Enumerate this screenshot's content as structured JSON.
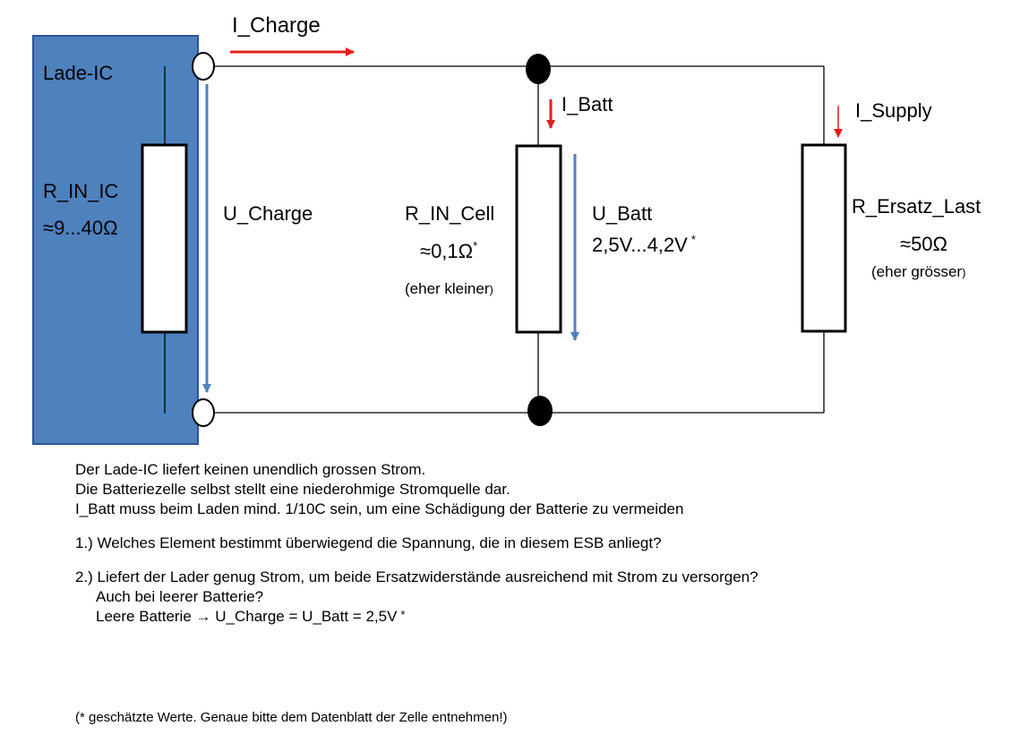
{
  "diagram": {
    "lade_ic": {
      "title": "Lade-IC",
      "resistor_label": "R_IN_IC",
      "resistor_value": "≈9...40Ω",
      "color": "#4f81bd",
      "border_color": "#2f5597"
    },
    "currents": {
      "i_charge": "I_Charge",
      "i_batt": "I_Batt",
      "i_supply": "I_Supply",
      "arrow_color": "#e0201c"
    },
    "voltages": {
      "u_charge": "U_Charge",
      "u_batt": "U_Batt",
      "u_batt_value": "2,5V...4,2V",
      "u_batt_mark": "*",
      "arrow_color": "#4f81bd"
    },
    "cell": {
      "label": "R_IN_Cell",
      "value": "≈0,1Ω",
      "value_mark": "*",
      "note": "(eher kleiner",
      "note_close": ")"
    },
    "load": {
      "label": "R_Ersatz_Last",
      "value": "≈50Ω",
      "note": "(eher grösser",
      "note_close": ")"
    }
  },
  "notes": {
    "line1": "Der Lade-IC liefert keinen unendlich grossen Strom.",
    "line2": "Die Batteriezelle selbst stellt eine niederohmige Stromquelle dar.",
    "line3": "I_Batt  muss beim Laden mind. 1/10C sein, um eine Schädigung der Batterie zu vermeiden",
    "q1": "1.) Welches Element bestimmt überwiegend die Spannung, die in diesem ESB anliegt?",
    "q2": "2.) Liefert der Lader genug Strom, um beide Ersatzwiderstände ausreichend mit Strom zu versorgen?",
    "q2_sub1": "Auch bei leerer Batterie?",
    "q2_sub2": "Leere Batterie → U_Charge = U_Batt = 2,5V",
    "q2_sub2_mark": "*"
  },
  "footnote": "(* geschätzte Werte. Genaue bitte dem Datenblatt der Zelle entnehmen!)"
}
